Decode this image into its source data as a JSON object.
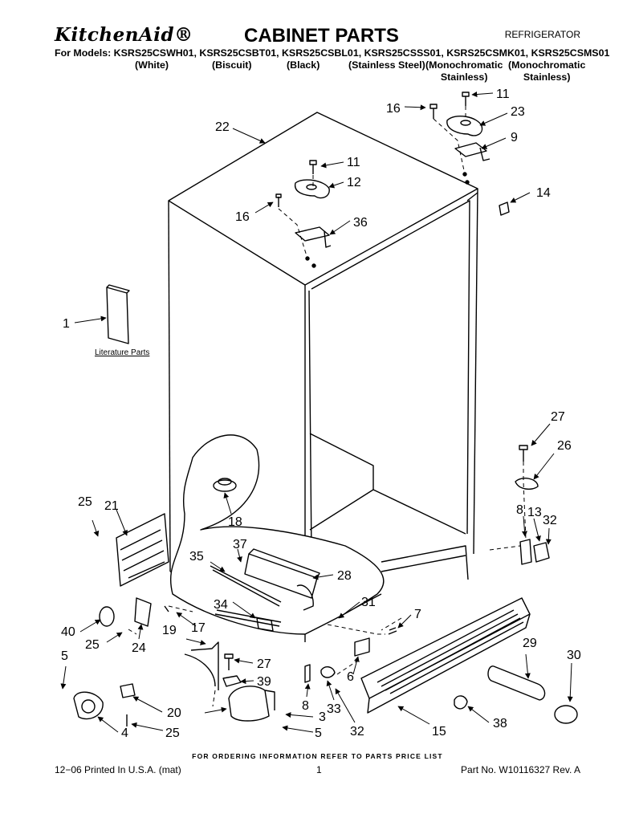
{
  "header": {
    "brand": "KitchenAid®",
    "title": "CABINET PARTS",
    "category": "REFRIGERATOR",
    "models_line": "For Models: KSRS25CSWH01, KSRS25CSBT01, KSRS25CSBL01, KSRS25CSSS01, KSRS25CSMK01, KSRS25CSMS01",
    "variants": [
      "(White)",
      "(Biscuit)",
      "(Black)",
      "(Stainless Steel)",
      "(Monochromatic\nStainless)",
      "(Monochromatic\nStainless)"
    ]
  },
  "diagram": {
    "literature_label": "Literature Parts",
    "callouts": [
      "1",
      "3",
      "4",
      "5",
      "5",
      "6",
      "7",
      "8",
      "8",
      "9",
      "11",
      "11",
      "12",
      "13",
      "14",
      "15",
      "16",
      "16",
      "17",
      "18",
      "19",
      "20",
      "21",
      "22",
      "23",
      "24",
      "25",
      "25",
      "25",
      "26",
      "27",
      "27",
      "28",
      "29",
      "30",
      "31",
      "32",
      "32",
      "33",
      "34",
      "35",
      "36",
      "37",
      "38",
      "39",
      "40"
    ]
  },
  "footer": {
    "note": "FOR ORDERING INFORMATION REFER TO PARTS PRICE LIST",
    "printed": "12−06 Printed In U.S.A. (mat)",
    "page": "1",
    "part_no": "Part No. W10116327 Rev. A"
  }
}
